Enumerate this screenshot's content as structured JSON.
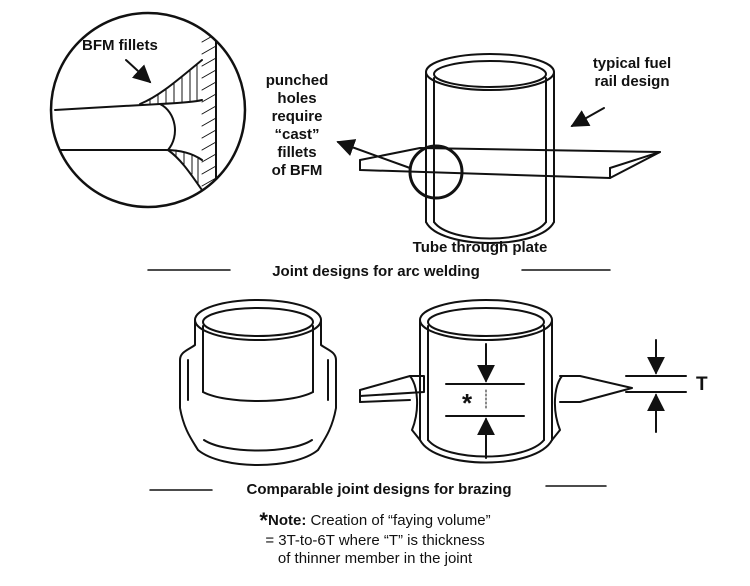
{
  "callout": {
    "label": "BFM fillets"
  },
  "annotations": {
    "punched": [
      "punched",
      "holes",
      "require",
      "“cast”",
      "fillets",
      "of BFM"
    ],
    "fuel_rail": [
      "typical fuel",
      "rail design"
    ],
    "tube_through_plate": "Tube through plate",
    "thickness_symbol": "T",
    "faying_marker": "*"
  },
  "sections": {
    "arc_welding": "Joint designs for arc welding",
    "brazing": "Comparable joint designs for brazing"
  },
  "note": {
    "asterisk": "*",
    "label": "Note:",
    "line1": "Creation of “faying volume”",
    "line2": "= 3T-to-6T where “T” is thickness",
    "line3": "of thinner member in the joint"
  }
}
